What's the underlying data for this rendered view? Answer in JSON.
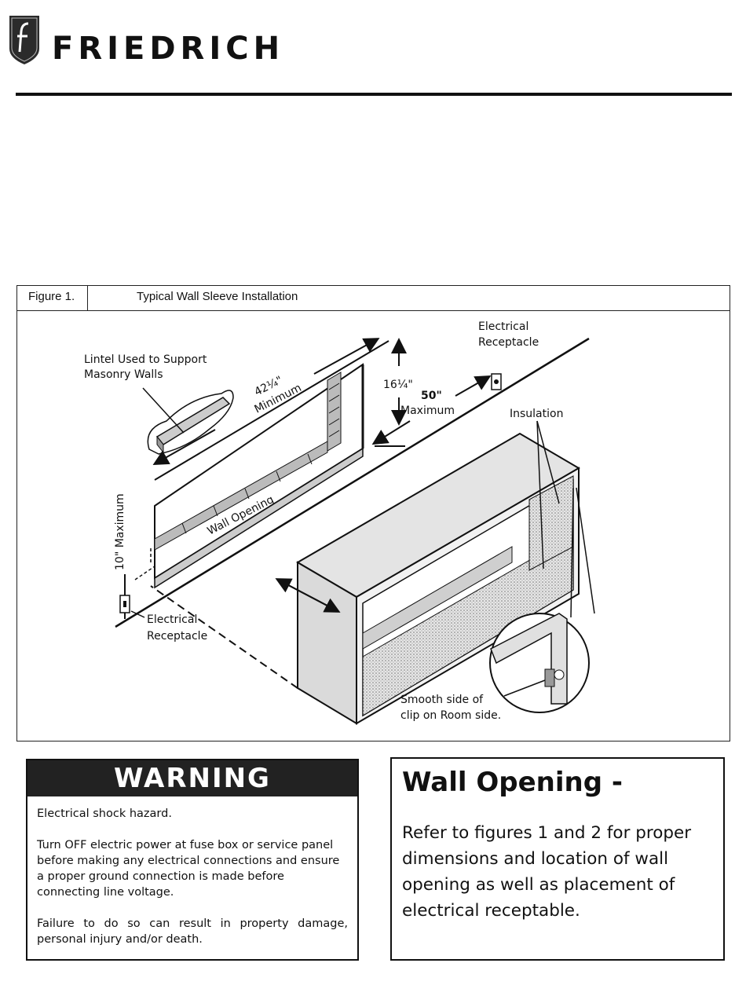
{
  "header": {
    "brand": "FRIEDRICH",
    "logo_icon": "friedrich-shield-logo"
  },
  "figure": {
    "number": "Figure 1.",
    "title": "Typical Wall Sleeve Installation",
    "labels": {
      "lintel_line1": "Lintel Used to Support",
      "lintel_line2": "Masonry Walls",
      "width_value": "42¼\"",
      "width_note": "Minimum",
      "height_value": "16¼\"",
      "distance_value": "50\"",
      "distance_note": "Maximum",
      "receptacle_top_line1": "Electrical",
      "receptacle_top_line2": "Receptacle",
      "insulation": "Insulation",
      "wall_opening": "Wall Opening",
      "ten_max": "10\" Maximum",
      "receptacle_bottom_line1": "Electrical",
      "receptacle_bottom_line2": "Receptacle",
      "clip_line1": "Smooth side of",
      "clip_line2": "clip on Room side."
    }
  },
  "warning": {
    "heading": "WARNING",
    "line1": "Electrical shock hazard.",
    "line2": "Turn OFF electric power at fuse box or service panel before making any electrical connections and ensure a proper ground connection is made before connecting line voltage.",
    "line3": "Failure to do so can result in property damage, personal injury and/or death."
  },
  "wall_opening": {
    "title": "Wall Opening -",
    "text": "Refer to figures 1 and 2 for proper dimensions and location of wall opening as well as placement of electrical receptable."
  }
}
